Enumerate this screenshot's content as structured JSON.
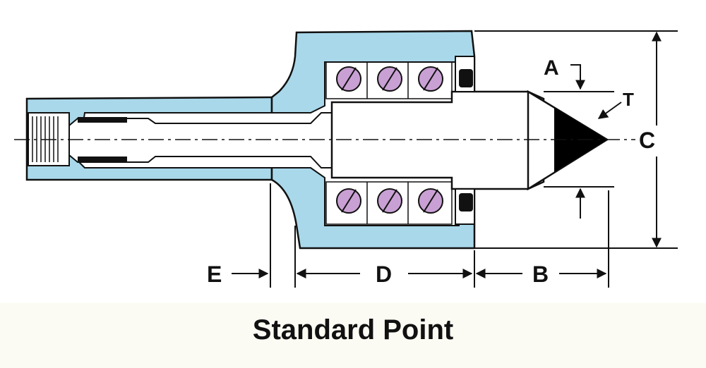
{
  "caption": "Standard Point",
  "labels": {
    "a": "A",
    "t": "T",
    "c": "C",
    "b": "B",
    "d": "D",
    "e": "E"
  },
  "colors": {
    "housing": "#a9d8ea",
    "bearing_ball": "#c9a0d4",
    "seal": "#111111",
    "tip": "#000000",
    "outline": "#111111",
    "background": "#ffffff",
    "caption_band": "#fcfbf3"
  },
  "icons": [
    "dimension-arrow-icon",
    "bearing-ball-icon",
    "centerline-icon"
  ]
}
